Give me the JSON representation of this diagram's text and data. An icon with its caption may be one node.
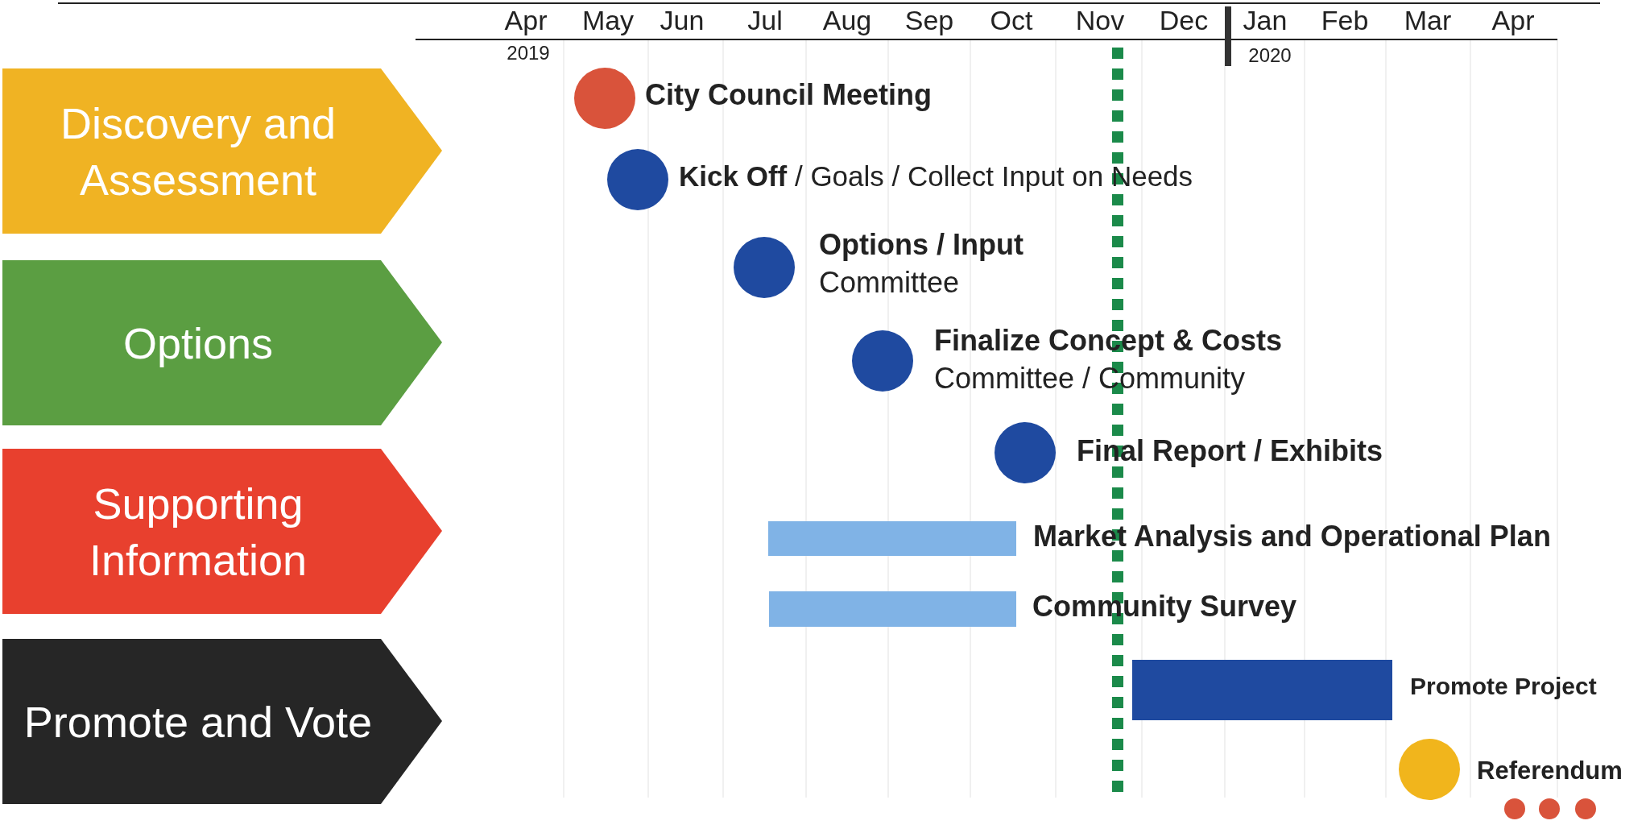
{
  "diagram": {
    "nodes": [
      {
        "text": [
          "Discovery and Assessment"
        ]
      },
      {
        "text": [
          "Options"
        ]
      },
      {
        "text": [
          "Supporting Information"
        ]
      },
      {
        "text": [
          "Promote and Vote"
        ]
      },
      {
        "text": [],
        "shape": "circle",
        "beside": [
          "City Council Meeting"
        ]
      },
      {
        "text": [],
        "shape": "circle",
        "beside": [
          "**Kick Off** / Goals / Collect Input on Needs"
        ]
      },
      {
        "text": [],
        "shape": "circle",
        "beside": [
          "Options / Input",
          "Committee"
        ]
      },
      {
        "text": [],
        "shape": "circle",
        "beside": [
          "Finalize Concept & Costs",
          "Committee / Community"
        ]
      },
      {
        "text": [],
        "shape": "circle",
        "beside": [
          "Final Report / Exhibits"
        ]
      },
      {
        "text": [],
        "shape": "bar",
        "beside": [
          "Market Analysis and Operational Plan"
        ]
      },
      {
        "text": [],
        "shape": "bar",
        "beside": [
          "Community Survey"
        ]
      },
      {
        "text": [],
        "shape": "bar",
        "beside": [
          "Promote Project"
        ]
      },
      {
        "text": [],
        "shape": "circle",
        "beside": [
          "Referendum"
        ]
      },
      {
        "text": [],
        "shape": "circle"
      },
      {
        "text": [],
        "shape": "circle"
      },
      {
        "text": [],
        "shape": "circle"
      }
    ],
    "edges": [],
    "labels": [
      "Apr",
      "May",
      "Jun",
      "Jul",
      "Aug",
      "Sep",
      "Oct",
      "Nov",
      "Dec",
      "Jan",
      "Feb",
      "Mar",
      "Apr",
      "2019",
      "2020"
    ]
  }
}
